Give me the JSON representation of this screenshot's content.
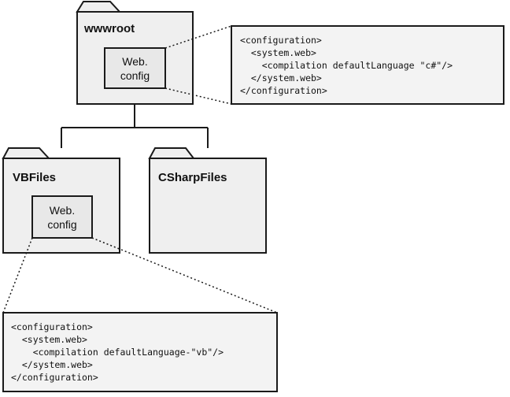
{
  "folders": {
    "root": {
      "label": "wwwroot"
    },
    "vb": {
      "label": "VBFiles"
    },
    "csharp": {
      "label": "CSharpFiles"
    }
  },
  "files": {
    "root_config": {
      "line1": "Web.",
      "line2": "config"
    },
    "vb_config": {
      "line1": "Web.",
      "line2": "config"
    }
  },
  "code": {
    "root_config": [
      "<configuration>",
      "  <system.web>",
      "    <compilation defaultLanguage \"c#\"/>",
      "  </system.web>",
      "</configuration>"
    ],
    "vb_config": [
      "<configuration>",
      "  <system.web>",
      "    <compilation defaultLanguage-\"vb\"/>",
      "  </system.web>",
      "</configuration>"
    ]
  }
}
